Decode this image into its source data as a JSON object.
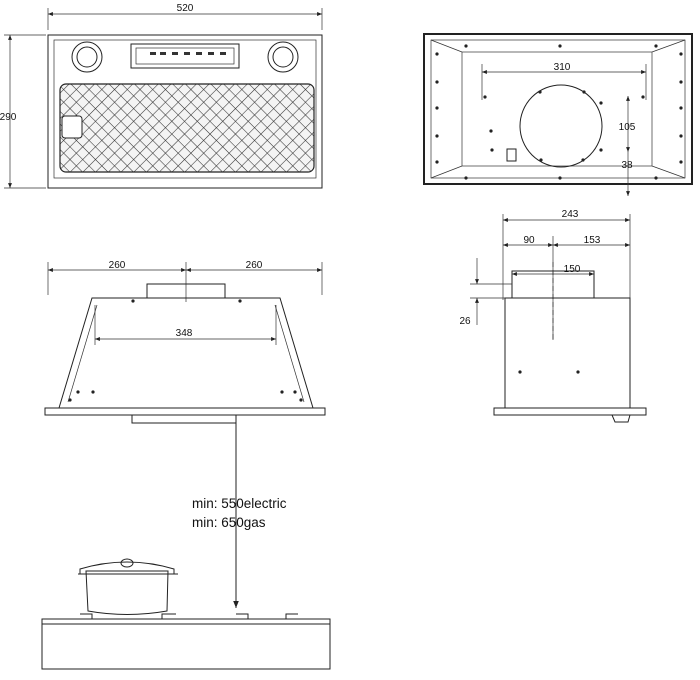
{
  "front_view": {
    "width_label": "520",
    "height_label": "290"
  },
  "top_view": {
    "width_label": "310",
    "height_label": "105",
    "offset_label": "38"
  },
  "section_view": {
    "total_label": "243",
    "left_label": "90",
    "right_label": "153",
    "duct_label": "150",
    "step_label": "26"
  },
  "side_view": {
    "left_half_label": "260",
    "right_half_label": "260",
    "inner_label": "348"
  },
  "installation": {
    "min_electric": "min: 550electric",
    "min_gas": "min: 650gas"
  },
  "icons": [
    "arrow-down-icon",
    "cooking-pot-icon",
    "control-panel-icon",
    "light-lamp-icon"
  ]
}
